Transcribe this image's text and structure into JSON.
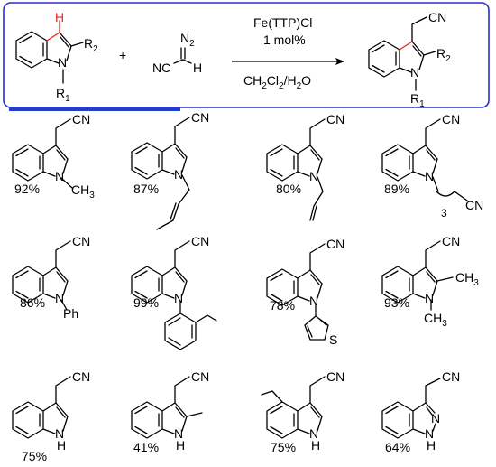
{
  "scheme": {
    "conditions": {
      "catalyst": "Fe(TTP)Cl",
      "loading": "1 mol%",
      "solvent_main": "CH",
      "solvent_sub1": "2",
      "solvent_mid": "Cl",
      "solvent_sub2": "2",
      "solvent_end": "/H",
      "solvent_sub3": "2",
      "solvent_tail": "O"
    },
    "labels": {
      "H": "H",
      "N": "N",
      "R": "R",
      "sub1": "1",
      "sub2": "2",
      "plus": "+",
      "CN": "CN",
      "NC": "NC",
      "N2": "N",
      "N2sub": "2",
      "Hd": "H"
    }
  },
  "products": [
    {
      "id": "p1",
      "yield": "92%",
      "n_sub": "CH",
      "n_sub_idx": "3"
    },
    {
      "id": "p2",
      "yield": "87%"
    },
    {
      "id": "p3",
      "yield": "80%"
    },
    {
      "id": "p4",
      "yield": "89%",
      "chain_idx": "3",
      "chain_end": "CN"
    },
    {
      "id": "p5",
      "yield": "86%",
      "n_sub": "Ph"
    },
    {
      "id": "p6",
      "yield": "99%"
    },
    {
      "id": "p7",
      "yield": "78%",
      "hetero": "S"
    },
    {
      "id": "p8",
      "yield": "93%",
      "c2": "CH",
      "c2_idx": "3",
      "n_sub": "CH",
      "n_sub_idx": "3"
    },
    {
      "id": "p9",
      "yield": "75%",
      "nh": "H"
    },
    {
      "id": "p10",
      "yield": "41%",
      "nh": "H"
    },
    {
      "id": "p11",
      "yield": "75%",
      "nh": "H"
    },
    {
      "id": "p12",
      "yield": "64%",
      "nh": "H",
      "n2": "N"
    }
  ],
  "colors": {
    "box_border": "#2b2bd6",
    "box_underline": "#1f3ec9",
    "highlight_h": "#e8261e",
    "highlight_bond": "#e8261e",
    "text": "#000000"
  }
}
